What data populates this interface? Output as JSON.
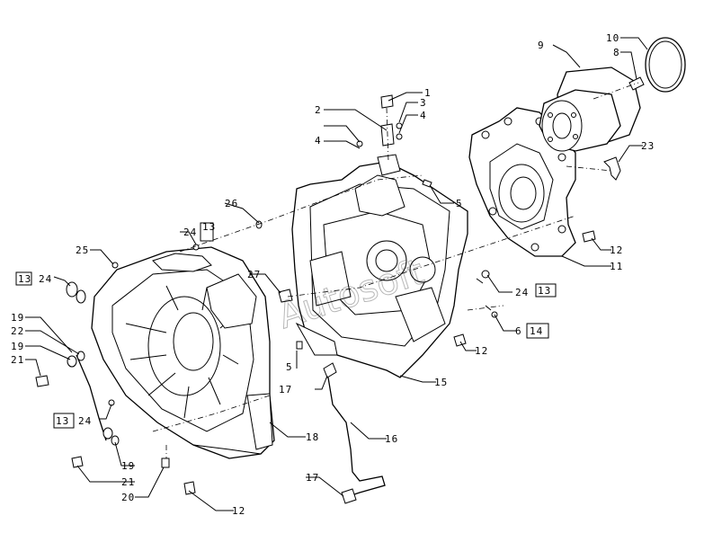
{
  "watermark": "Autosoft",
  "callouts": {
    "c1": "1",
    "c2": "2",
    "c3": "3",
    "c4a": "4",
    "c4b": "4",
    "c5a": "5",
    "c5b": "5",
    "c6": "6",
    "c8": "8",
    "c9": "9",
    "c10": "10",
    "c11": "11",
    "c12a": "12",
    "c12b": "12",
    "c12c": "12",
    "c13a": "13",
    "c13b": "13",
    "c13c": "13",
    "c13d": "13",
    "c14": "14",
    "c15": "15",
    "c16": "16",
    "c17a": "17",
    "c17b": "17",
    "c18": "18",
    "c19a": "19",
    "c19b": "19",
    "c19c": "19",
    "c20": "20",
    "c21a": "21",
    "c21b": "21",
    "c22": "22",
    "c23": "23",
    "c24a": "24",
    "c24b": "24",
    "c24c": "24",
    "c24d": "24",
    "c25": "25",
    "c26": "26",
    "c27": "27"
  }
}
